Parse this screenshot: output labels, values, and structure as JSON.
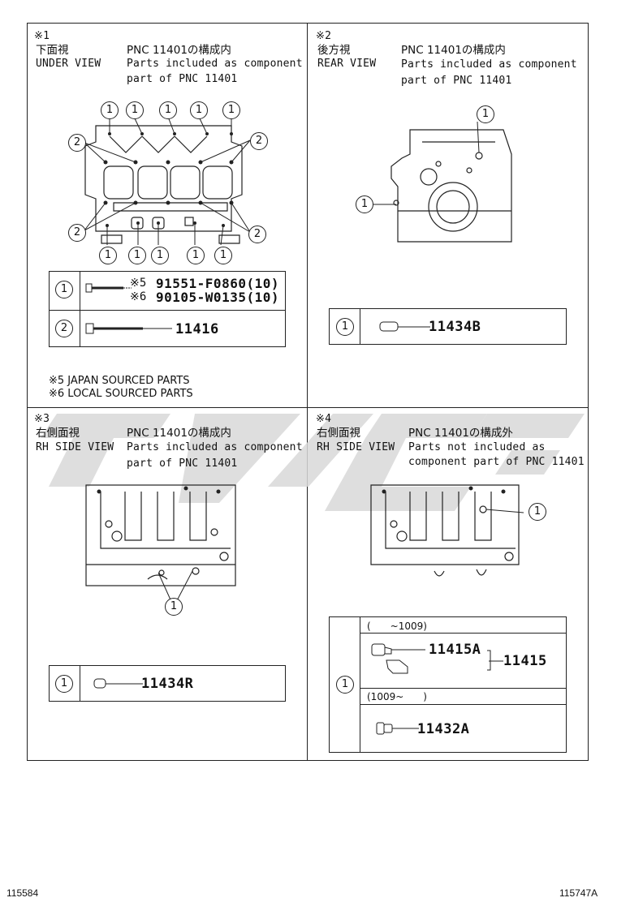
{
  "watermark": "Toyota logo watermark",
  "panels": {
    "p1": {
      "mark": "※1",
      "view_jp": "下面視",
      "view_en": "UNDER VIEW",
      "desc_jp": "PNC 11401の構成内",
      "desc_en1": "Parts included as component",
      "desc_en2": "part of PNC 11401",
      "callout": "1",
      "callout2": "2",
      "row1_ref": "1",
      "row1_line1_mark": "※5",
      "row1_line1_part": "91551-F0860(10)",
      "row1_line2_mark": "※6",
      "row1_line2_part": "90105-W0135(10)",
      "row2_ref": "2",
      "row2_part": "11416",
      "note1": "※5 JAPAN SOURCED PARTS",
      "note2": "※6 LOCAL SOURCED PARTS"
    },
    "p2": {
      "mark": "※2",
      "view_jp": "後方視",
      "view_en": "REAR VIEW",
      "desc_jp": "PNC 11401の構成内",
      "desc_en1": "Parts included as component",
      "desc_en2": "part of PNC 11401",
      "callout": "1",
      "row1_ref": "1",
      "row1_part": "11434B"
    },
    "p3": {
      "mark": "※3",
      "view_jp": "右側面視",
      "view_en": "RH SIDE VIEW",
      "desc_jp": "PNC 11401の構成内",
      "desc_en1": "Parts included as component",
      "desc_en2": "part of PNC 11401",
      "callout": "1",
      "row1_ref": "1",
      "row1_part": "11434R"
    },
    "p4": {
      "mark": "※4",
      "view_jp": "右側面視",
      "view_en": "RH SIDE VIEW",
      "desc_jp": "PNC 11401の構成外",
      "desc_en1": "Parts not included as",
      "desc_en2": "component part of PNC 11401",
      "callout": "1",
      "row1_ref": "1",
      "period1": "(　　~1009)",
      "part_a": "11415A",
      "part_assy": "11415",
      "period2": "(1009~　　)",
      "part_b": "11432A"
    }
  },
  "footer": {
    "left_code": "115584",
    "right_code": "115747A"
  }
}
